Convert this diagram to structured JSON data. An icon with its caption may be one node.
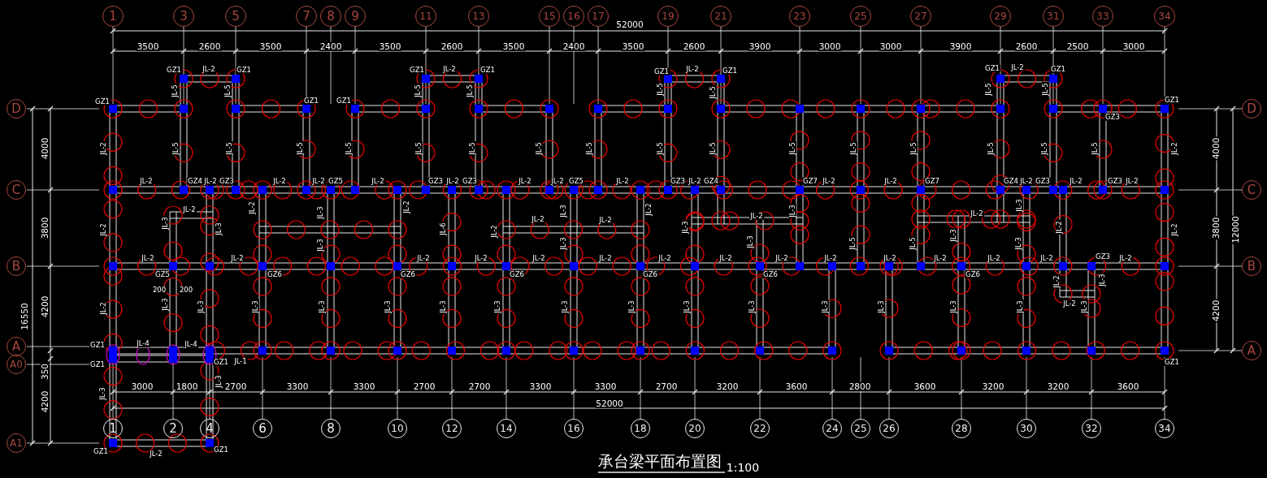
{
  "diagram": {
    "title": "承台梁平面布置图",
    "nodes": [
      {
        "text": [
          "1"
        ]
      },
      {
        "text": [
          "3"
        ]
      },
      {
        "text": [
          "5"
        ]
      },
      {
        "text": [
          "7"
        ]
      },
      {
        "text": [
          "8"
        ]
      },
      {
        "text": [
          "9"
        ]
      },
      {
        "text": [
          "11"
        ]
      },
      {
        "text": [
          "13"
        ]
      },
      {
        "text": [
          "15"
        ]
      },
      {
        "text": [
          "16"
        ]
      },
      {
        "text": [
          "17"
        ]
      },
      {
        "text": [
          "19"
        ]
      },
      {
        "text": [
          "21"
        ]
      },
      {
        "text": [
          "23"
        ]
      },
      {
        "text": [
          "25"
        ]
      },
      {
        "text": [
          "27"
        ]
      },
      {
        "text": [
          "29"
        ]
      },
      {
        "text": [
          "31"
        ]
      },
      {
        "text": [
          "33"
        ]
      },
      {
        "text": [
          "34"
        ]
      },
      {
        "text": [
          "D"
        ]
      },
      {
        "text": [
          "C"
        ]
      },
      {
        "text": [
          "B"
        ]
      },
      {
        "text": [
          "A"
        ]
      },
      {
        "text": [
          "A0"
        ]
      },
      {
        "text": [
          "A1"
        ]
      },
      {
        "text": [
          "D"
        ]
      },
      {
        "text": [
          "C"
        ]
      },
      {
        "text": [
          "B"
        ]
      },
      {
        "text": [
          "A"
        ]
      },
      {
        "text": [
          "1"
        ]
      },
      {
        "text": [
          "2"
        ]
      },
      {
        "text": [
          "4"
        ]
      },
      {
        "text": [
          "6"
        ]
      },
      {
        "text": [
          "8"
        ]
      },
      {
        "text": [
          "10"
        ]
      },
      {
        "text": [
          "12"
        ]
      },
      {
        "text": [
          "14"
        ]
      },
      {
        "text": [
          "16"
        ]
      },
      {
        "text": [
          "18"
        ]
      },
      {
        "text": [
          "20"
        ]
      },
      {
        "text": [
          "22"
        ]
      },
      {
        "text": [
          "24"
        ]
      },
      {
        "text": [
          "25"
        ]
      },
      {
        "text": [
          "26"
        ]
      },
      {
        "text": [
          "28"
        ]
      },
      {
        "text": [
          "30"
        ]
      },
      {
        "text": [
          "32"
        ]
      },
      {
        "text": [
          "34"
        ]
      }
    ],
    "labels": [
      "52000",
      "3500",
      "2600",
      "3500",
      "2400",
      "3500",
      "2600",
      "3500",
      "2400",
      "3500",
      "2600",
      "3900",
      "3000",
      "3000",
      "3900",
      "2600",
      "2500",
      "3000",
      "GZ1",
      "JL-2",
      "GZ1",
      "GZ1",
      "JL-2",
      "GZ1",
      "GZ1",
      "JL-2",
      "GZ1",
      "GZ1",
      "JL-2",
      "GZ1",
      "JL-5",
      "JL-5",
      "JL-5",
      "JL-5",
      "JL-5",
      "JL-5",
      "JL-5",
      "JL-5",
      "GZ1",
      "GZ1",
      "GZ1",
      "GZ1",
      "GZ3",
      "4000",
      "JL-2",
      "JL-5",
      "JL-5",
      "JL-5",
      "JL-5",
      "JL-5",
      "JL-5",
      "JL-5",
      "JL-5",
      "JL-5",
      "JL-5",
      "JL-5",
      "JL-5",
      "JL-5",
      "JL-5",
      "JL-5",
      "JL-5",
      "JL-2",
      "4000",
      "JL-2",
      "GZ4",
      "JL-2",
      "GZ3",
      "JL-2",
      "JL-2",
      "GZ5",
      "JL-2",
      "GZ3",
      "JL-2",
      "GZ3",
      "JL-2",
      "JL-2",
      "GZ5",
      "JL-2",
      "GZ3",
      "JL-2",
      "GZ4",
      "GZ7",
      "JL-2",
      "JL-2",
      "GZ7",
      "GZ4",
      "JL-2",
      "GZ3",
      "JL-2",
      "GZ3",
      "JL-2",
      "3800",
      "JL-2",
      "JL-3",
      "JL-2",
      "JL-3",
      "JL-2",
      "JL-3",
      "JL-2",
      "JL-6",
      "JL-2",
      "JL-2",
      "JL-3",
      "JL-2",
      "JL-2",
      "JL-3",
      "JL-2",
      "JL-3",
      "JL-3",
      "JL-2",
      "JL-3",
      "JL-2",
      "JL-2",
      "3800",
      "12000",
      "JL-3",
      "JL-3",
      "JL-3",
      "JL-5",
      "JL-5",
      "JL-3",
      "JL-2",
      "JL-2",
      "JL-2",
      "JL-2",
      "JL-2",
      "JL-2",
      "JL-2",
      "JL-2",
      "JL-2",
      "JL-2",
      "JL-2",
      "JL-2",
      "JL-2",
      "JL-2",
      "GZ3",
      "JL-2",
      "GZ5",
      "GZ6",
      "GZ6",
      "GZ6",
      "GZ6",
      "GZ6",
      "GZ6",
      "200",
      "200",
      "JL-2",
      "JL-3",
      "JL-2",
      "16550",
      "4200",
      "JL-2",
      "JL-3",
      "JL-3",
      "JL-3",
      "JL-3",
      "JL-3",
      "JL-3",
      "JL-3",
      "JL-3",
      "JL-3",
      "JL-3",
      "JL-3",
      "JL-3",
      "JL-3",
      "JL-3",
      "JL-3",
      "JL-3",
      "4200",
      "GZ1",
      "JL-4",
      "JL-4",
      "GZ1",
      "GZ1",
      "JL-1",
      "GZ1",
      "350",
      "JL-3",
      "3000",
      "1800",
      "2700",
      "3300",
      "3300",
      "2700",
      "2700",
      "3300",
      "3300",
      "2700",
      "3200",
      "3600",
      "2800",
      "3600",
      "3200",
      "3200",
      "3600",
      "JL-3",
      "4200",
      "52000",
      "GZ1",
      "JL-2",
      "GZ1",
      "1:100"
    ]
  }
}
